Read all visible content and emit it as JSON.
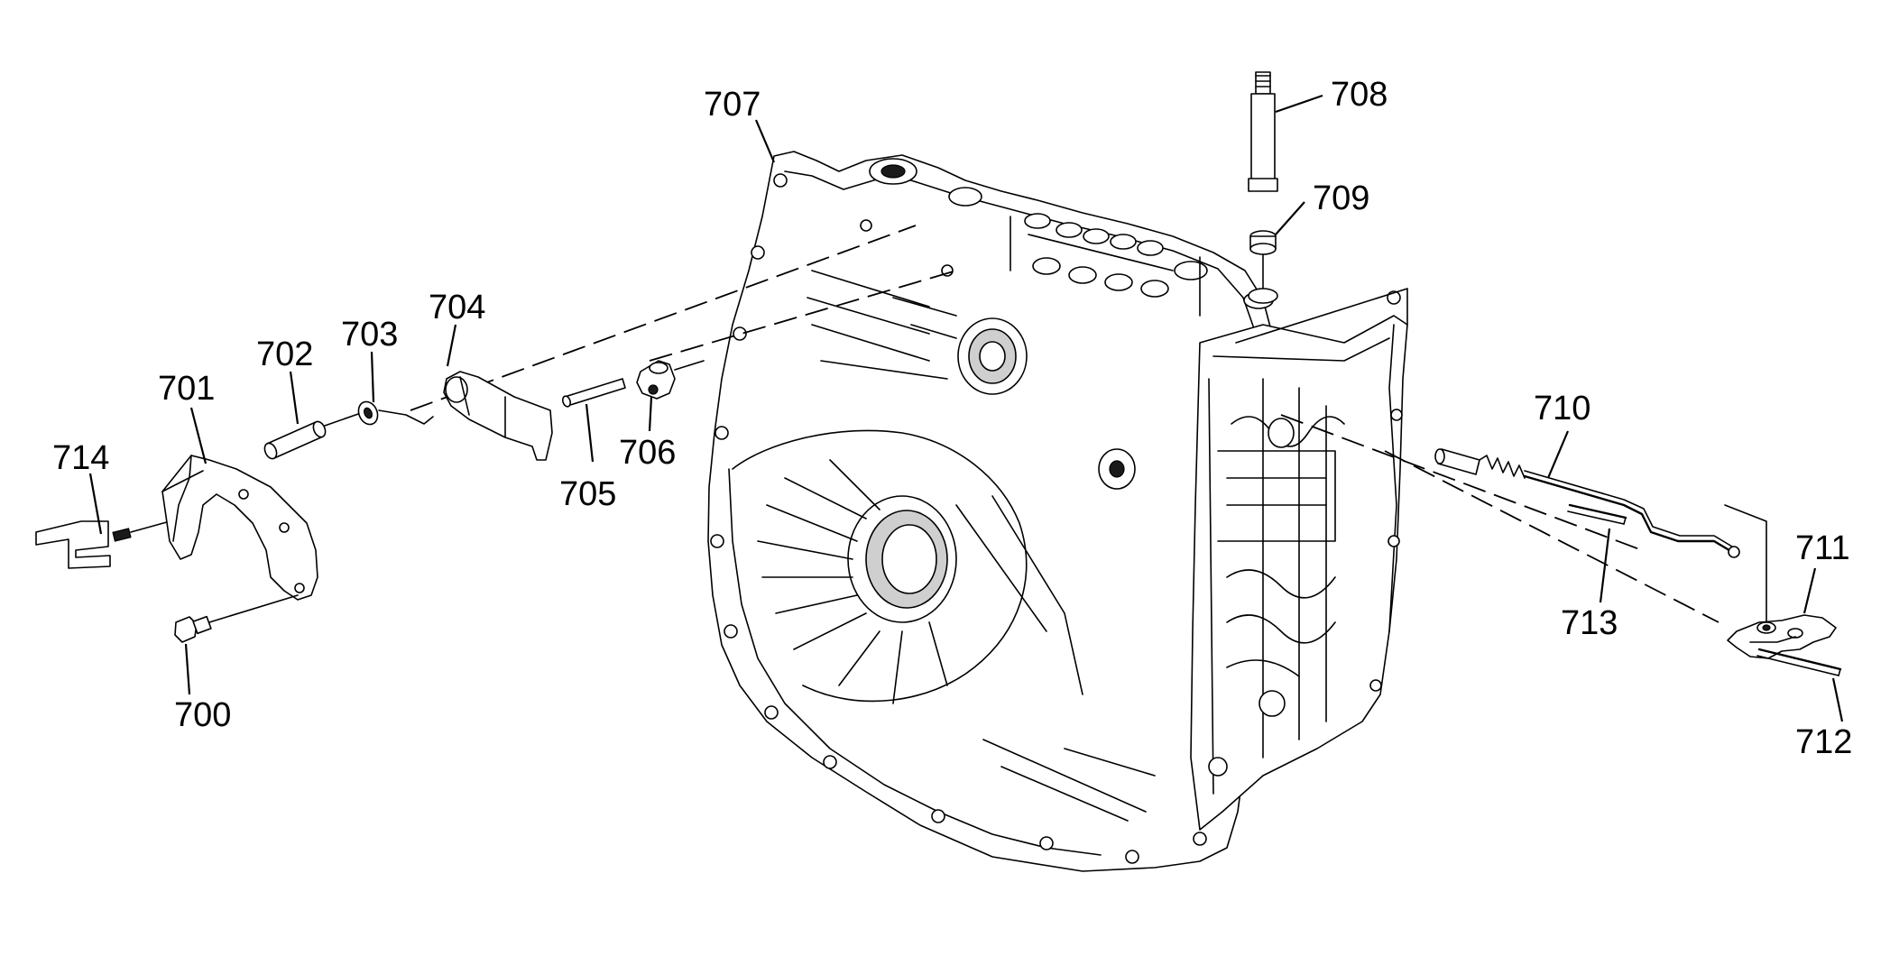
{
  "diagram": {
    "callouts": [
      {
        "id": "714",
        "label": "714"
      },
      {
        "id": "701",
        "label": "701"
      },
      {
        "id": "702",
        "label": "702"
      },
      {
        "id": "703",
        "label": "703"
      },
      {
        "id": "704",
        "label": "704"
      },
      {
        "id": "705",
        "label": "705"
      },
      {
        "id": "706",
        "label": "706"
      },
      {
        "id": "700",
        "label": "700"
      },
      {
        "id": "707",
        "label": "707"
      },
      {
        "id": "708",
        "label": "708"
      },
      {
        "id": "709",
        "label": "709"
      },
      {
        "id": "710",
        "label": "710"
      },
      {
        "id": "711",
        "label": "711"
      },
      {
        "id": "712",
        "label": "712"
      },
      {
        "id": "713",
        "label": "713"
      }
    ]
  }
}
